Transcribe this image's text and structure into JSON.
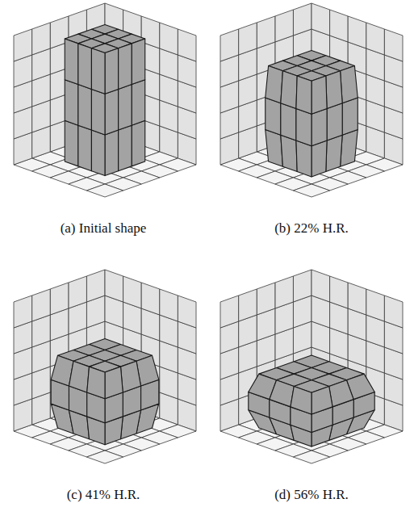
{
  "diagram": {
    "labels": [
      "(a) Initial shape",
      "(b) 22% H.R.",
      "(c) 41% H.R.",
      "(d) 56% H.R."
    ]
  }
}
